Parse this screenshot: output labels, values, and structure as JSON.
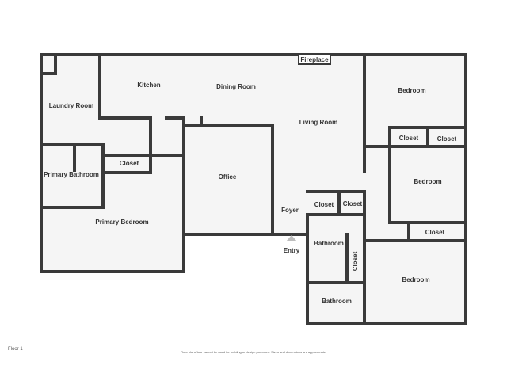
{
  "colors": {
    "wall": "#3a3a3a",
    "floor": "#f5f5f5",
    "window": "#b8b8b8",
    "label": "#333333",
    "entry_marker": "#bdbdbd"
  },
  "rooms": {
    "kitchen": "Kitchen",
    "dining_room": "Dining Room",
    "fireplace": "Fireplace",
    "laundry_room": "Laundry Room",
    "living_room": "Living Room",
    "bedroom_top": "Bedroom",
    "closet_1": "Closet",
    "closet_2": "Closet",
    "closet_primary": "Closet",
    "primary_bathroom": "Primary Bathroom",
    "office": "Office",
    "bedroom_middle": "Bedroom",
    "closet_3": "Closet",
    "closet_4": "Closet",
    "foyer": "Foyer",
    "primary_bedroom": "Primary Bedroom",
    "closet_5": "Closet",
    "bathroom_1": "Bathroom",
    "entry": "Entry",
    "closet_vertical": "Closet",
    "bedroom_bottom": "Bedroom",
    "bathroom_2": "Bathroom"
  },
  "footer": {
    "floor_label": "Floor 1",
    "disclaimer": "Floor plans/tour cannot be used for building or design purposes. Sizes and dimensions are approximate."
  }
}
